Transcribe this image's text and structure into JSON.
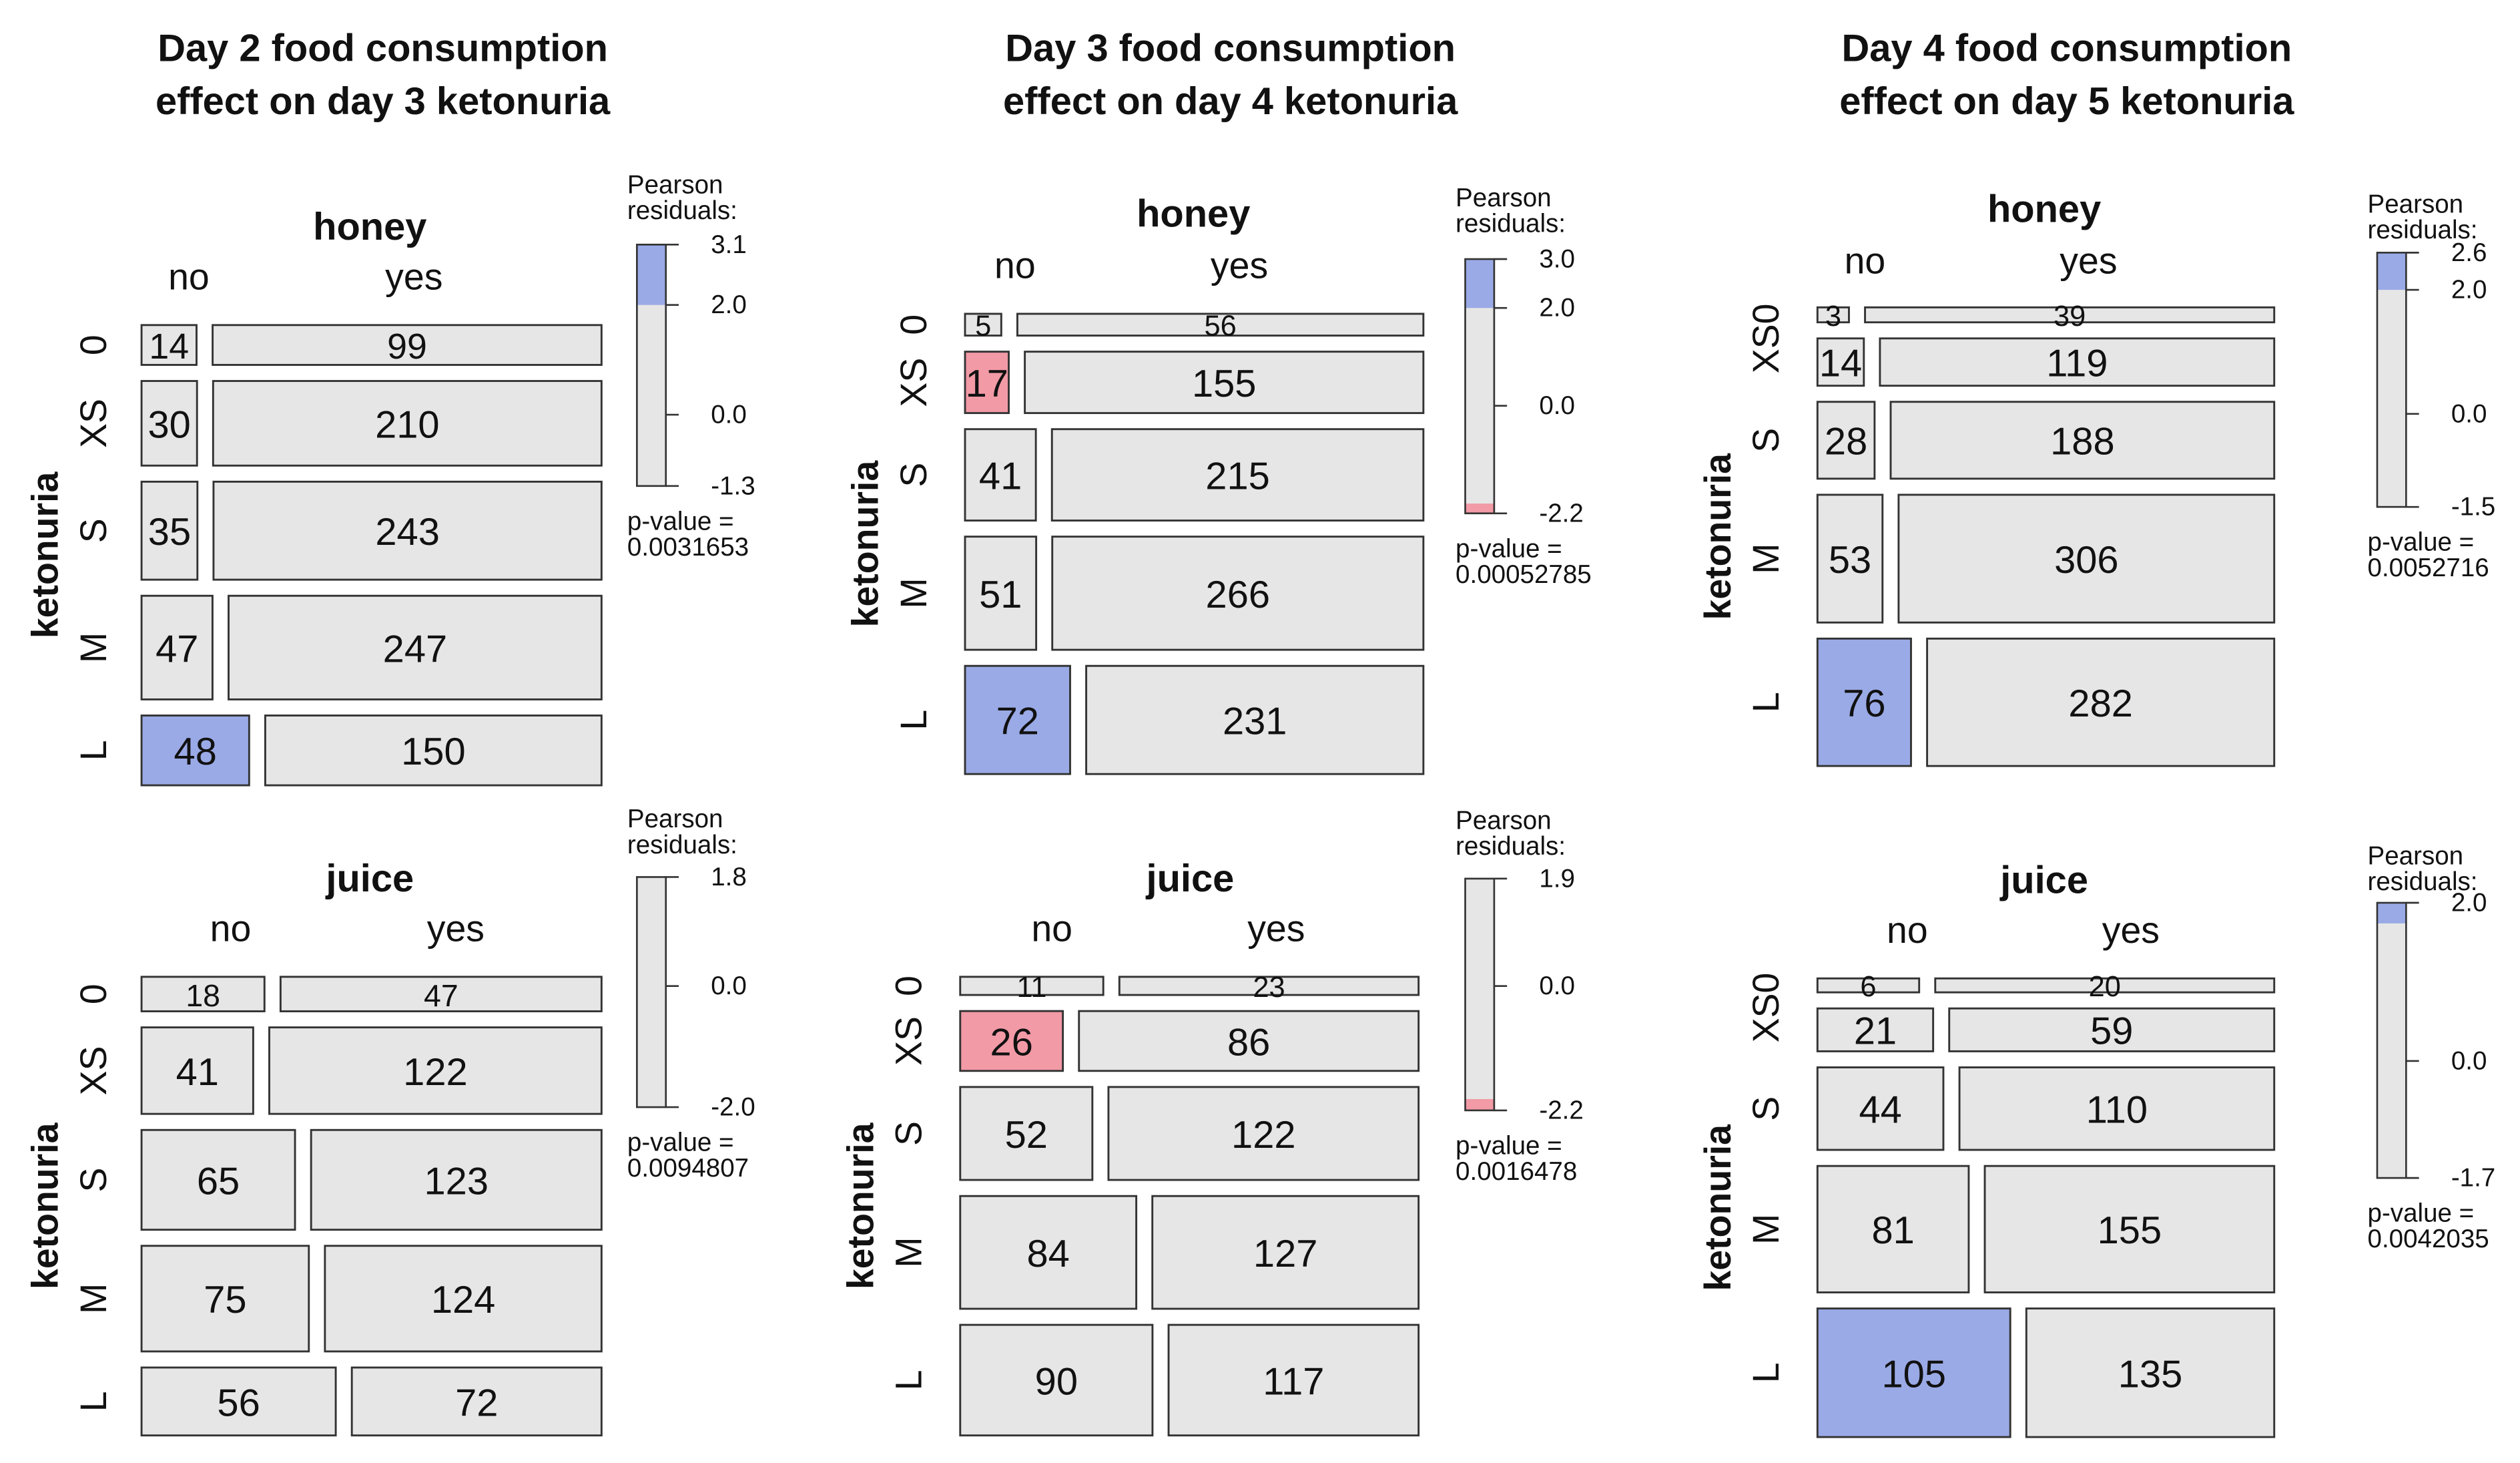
{
  "colors": {
    "neutral": "#e6e6e6",
    "positive": "#9aaae6",
    "negative": "#f29aa6",
    "border": "#333333",
    "text": "#111111"
  },
  "chart_data": [
    {
      "type": "mosaic",
      "title": [
        "Day 2 food consumption",
        "effect on day 3 ketonuria"
      ],
      "panel": "honey",
      "ylabel": "ketonuria",
      "columns": [
        "no",
        "yes"
      ],
      "rows": [
        "0",
        "XS",
        "S",
        "M",
        "L"
      ],
      "counts": [
        [
          14,
          99
        ],
        [
          30,
          210
        ],
        [
          35,
          243
        ],
        [
          47,
          247
        ],
        [
          48,
          150
        ]
      ],
      "shading": [
        [
          "neutral",
          "neutral"
        ],
        [
          "neutral",
          "neutral"
        ],
        [
          "neutral",
          "neutral"
        ],
        [
          "neutral",
          "neutral"
        ],
        [
          "positive",
          "neutral"
        ]
      ],
      "legend": {
        "title": [
          "Pearson",
          "residuals:"
        ],
        "max": 3.1,
        "min": -1.3,
        "ticks": [
          "3.1",
          "2.0",
          "0.0",
          "-1.3"
        ],
        "p_label": "p-value =",
        "p_value": "0.0031653"
      }
    },
    {
      "type": "mosaic",
      "title": [],
      "panel": "juice",
      "ylabel": "ketonuria",
      "columns": [
        "no",
        "yes"
      ],
      "rows": [
        "0",
        "XS",
        "S",
        "M",
        "L"
      ],
      "counts": [
        [
          18,
          47
        ],
        [
          41,
          122
        ],
        [
          65,
          123
        ],
        [
          75,
          124
        ],
        [
          56,
          72
        ]
      ],
      "shading": [
        [
          "neutral",
          "neutral"
        ],
        [
          "neutral",
          "neutral"
        ],
        [
          "neutral",
          "neutral"
        ],
        [
          "neutral",
          "neutral"
        ],
        [
          "neutral",
          "neutral"
        ]
      ],
      "legend": {
        "title": [
          "Pearson",
          "residuals:"
        ],
        "max": 1.8,
        "min": -2.0,
        "ticks": [
          "1.8",
          "0.0",
          "-2.0"
        ],
        "p_label": "p-value =",
        "p_value": "0.0094807"
      }
    },
    {
      "type": "mosaic",
      "title": [
        "Day 3 food consumption",
        "effect on day 4 ketonuria"
      ],
      "panel": "honey",
      "ylabel": "ketonuria",
      "columns": [
        "no",
        "yes"
      ],
      "rows": [
        "0",
        "XS",
        "S",
        "M",
        "L"
      ],
      "counts": [
        [
          5,
          56
        ],
        [
          17,
          155
        ],
        [
          41,
          215
        ],
        [
          51,
          266
        ],
        [
          72,
          231
        ]
      ],
      "shading": [
        [
          "neutral",
          "neutral"
        ],
        [
          "negative",
          "neutral"
        ],
        [
          "neutral",
          "neutral"
        ],
        [
          "neutral",
          "neutral"
        ],
        [
          "positive",
          "neutral"
        ]
      ],
      "legend": {
        "title": [
          "Pearson",
          "residuals:"
        ],
        "max": 3.0,
        "min": -2.2,
        "ticks": [
          "3.0",
          "2.0",
          "0.0",
          "-2.2"
        ],
        "p_label": "p-value =",
        "p_value": "0.00052785"
      }
    },
    {
      "type": "mosaic",
      "title": [],
      "panel": "juice",
      "ylabel": "ketonuria",
      "columns": [
        "no",
        "yes"
      ],
      "rows": [
        "0",
        "XS",
        "S",
        "M",
        "L"
      ],
      "counts": [
        [
          11,
          23
        ],
        [
          26,
          86
        ],
        [
          52,
          122
        ],
        [
          84,
          127
        ],
        [
          90,
          117
        ]
      ],
      "shading": [
        [
          "neutral",
          "neutral"
        ],
        [
          "negative",
          "neutral"
        ],
        [
          "neutral",
          "neutral"
        ],
        [
          "neutral",
          "neutral"
        ],
        [
          "neutral",
          "neutral"
        ]
      ],
      "legend": {
        "title": [
          "Pearson",
          "residuals:"
        ],
        "max": 1.9,
        "min": -2.2,
        "ticks": [
          "1.9",
          "0.0",
          "-2.2"
        ],
        "p_label": "p-value =",
        "p_value": "0.0016478"
      }
    },
    {
      "type": "mosaic",
      "title": [
        "Day 4 food consumption",
        "effect on day 5 ketonuria"
      ],
      "panel": "honey",
      "ylabel": "ketonuria",
      "columns": [
        "no",
        "yes"
      ],
      "rows": [
        "0",
        "XS",
        "S",
        "M",
        "L"
      ],
      "row_labels_display": [
        "XS0",
        "S",
        "M",
        "L"
      ],
      "counts": [
        [
          3,
          39
        ],
        [
          14,
          119
        ],
        [
          28,
          188
        ],
        [
          53,
          306
        ],
        [
          76,
          282
        ]
      ],
      "shading": [
        [
          "neutral",
          "neutral"
        ],
        [
          "neutral",
          "neutral"
        ],
        [
          "neutral",
          "neutral"
        ],
        [
          "neutral",
          "neutral"
        ],
        [
          "positive",
          "neutral"
        ]
      ],
      "legend": {
        "title": [
          "Pearson",
          "residuals:"
        ],
        "max": 2.6,
        "min": -1.5,
        "ticks": [
          "2.6",
          "2.0",
          "0.0",
          "-1.5"
        ],
        "p_label": "p-value =",
        "p_value": "0.0052716"
      }
    },
    {
      "type": "mosaic",
      "title": [],
      "panel": "juice",
      "ylabel": "ketonuria",
      "columns": [
        "no",
        "yes"
      ],
      "rows": [
        "0",
        "XS",
        "S",
        "M",
        "L"
      ],
      "row_labels_display": [
        "XS0",
        "S",
        "M",
        "L"
      ],
      "counts": [
        [
          6,
          20
        ],
        [
          21,
          59
        ],
        [
          44,
          110
        ],
        [
          81,
          155
        ],
        [
          105,
          135
        ]
      ],
      "shading": [
        [
          "neutral",
          "neutral"
        ],
        [
          "neutral",
          "neutral"
        ],
        [
          "neutral",
          "neutral"
        ],
        [
          "neutral",
          "neutral"
        ],
        [
          "positive",
          "neutral"
        ]
      ],
      "legend": {
        "title": [
          "Pearson",
          "residuals:"
        ],
        "max": 2.3,
        "min": -1.7,
        "ticks": [
          "2.0",
          "0.0",
          "-1.7"
        ],
        "p_label": "p-value =",
        "p_value": "0.0042035"
      }
    }
  ]
}
